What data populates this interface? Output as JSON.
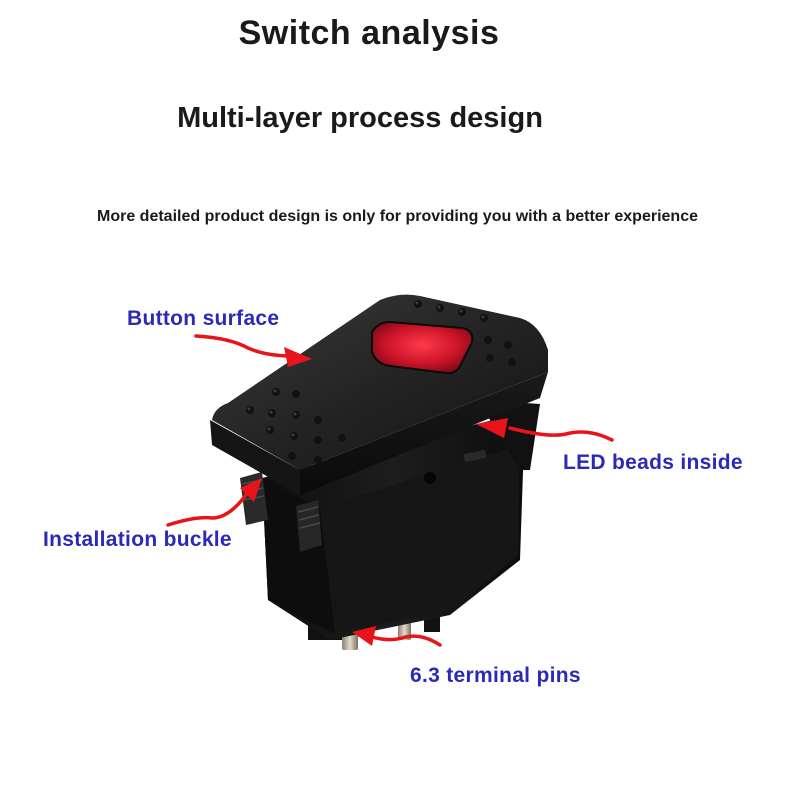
{
  "header": {
    "title": "Switch analysis",
    "subtitle": "Multi-layer process design",
    "tagline": "More detailed product design is only for providing you with a better experience"
  },
  "callouts": {
    "button_surface": "Button surface",
    "led_beads": "LED beads inside",
    "installation_buckle": "Installation buckle",
    "terminal_pins": "6.3 terminal pins"
  },
  "colors": {
    "label_text": "#2a2ab8",
    "arrow": "#e8141a",
    "switch_body": "#1c1c1c",
    "led_window": "#c8142a"
  },
  "icons": {
    "product": "rocker-switch-with-led"
  }
}
